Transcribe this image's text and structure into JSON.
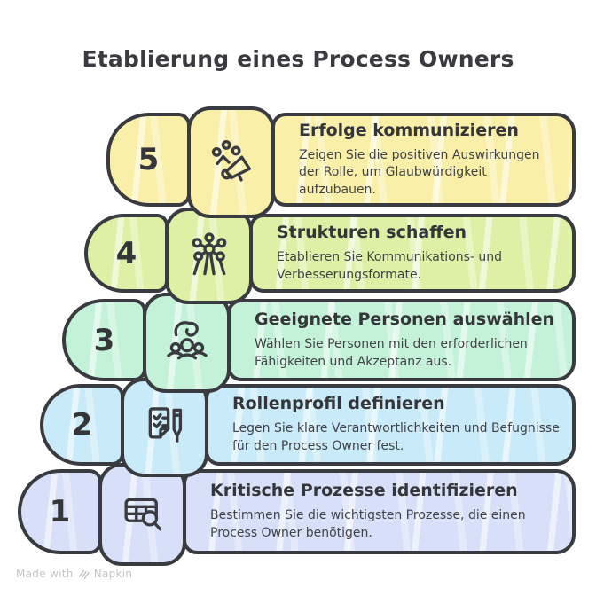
{
  "title": "Etablierung eines Process Owners",
  "watermark": {
    "prefix": "Made with",
    "brand": "Napkin"
  },
  "colors": {
    "background": "#FFFFFF",
    "outline": "#3A3B40",
    "title_text": "#3A3B40",
    "step_title_text": "#35363A",
    "step_desc_text": "#414247",
    "watermark_text": "#C4C5C8"
  },
  "steps": [
    {
      "number": "5",
      "icon": "megaphone-celebration-icon",
      "color": "#F9EFA8",
      "title": "Erfolge kommunizieren",
      "description": "Zeigen Sie die positiven Auswirkungen der Rolle, um Glaubwürdigkeit aufzubauen."
    },
    {
      "number": "4",
      "icon": "network-structure-icon",
      "color": "#DEF0A6",
      "title": "Strukturen schaffen",
      "description": "Etablieren Sie Kommunikations- und Verbesserungsformate."
    },
    {
      "number": "3",
      "icon": "person-selection-icon",
      "color": "#C3F2D9",
      "title": "Geeignete Personen auswählen",
      "description": "Wählen Sie Personen mit den erforderlichen Fähigkeiten und Akzeptanz aus."
    },
    {
      "number": "2",
      "icon": "checklist-pen-icon",
      "color": "#C9EAF8",
      "title": "Rollenprofil definieren",
      "description": "Legen Sie klare Verantwortlichkeiten und Befugnisse für den Process Owner fest."
    },
    {
      "number": "1",
      "icon": "table-search-icon",
      "color": "#D7E0F8",
      "title": "Kritische Prozesse identifizieren",
      "description": "Bestimmen Sie die wichtigsten Prozesse, die einen Process Owner benötigen."
    }
  ]
}
